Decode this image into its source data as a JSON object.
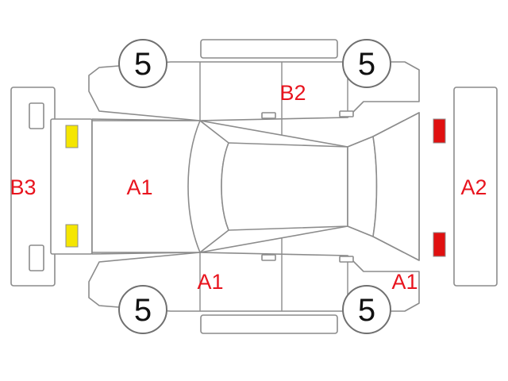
{
  "colors": {
    "outline": "#8c8c8c",
    "label": "#e8141e",
    "marker_yellow": "#f5e600",
    "marker_red": "#e01010"
  },
  "wheels": {
    "front_left": "5",
    "front_right": "5",
    "rear_left": "5",
    "rear_right": "5"
  },
  "zones": {
    "hood": "A1",
    "front_bumper": "B3",
    "rear_bumper": "A2",
    "upper_doors": "B2",
    "lower_front_door": "A1",
    "lower_rear_quarter": "A1"
  }
}
